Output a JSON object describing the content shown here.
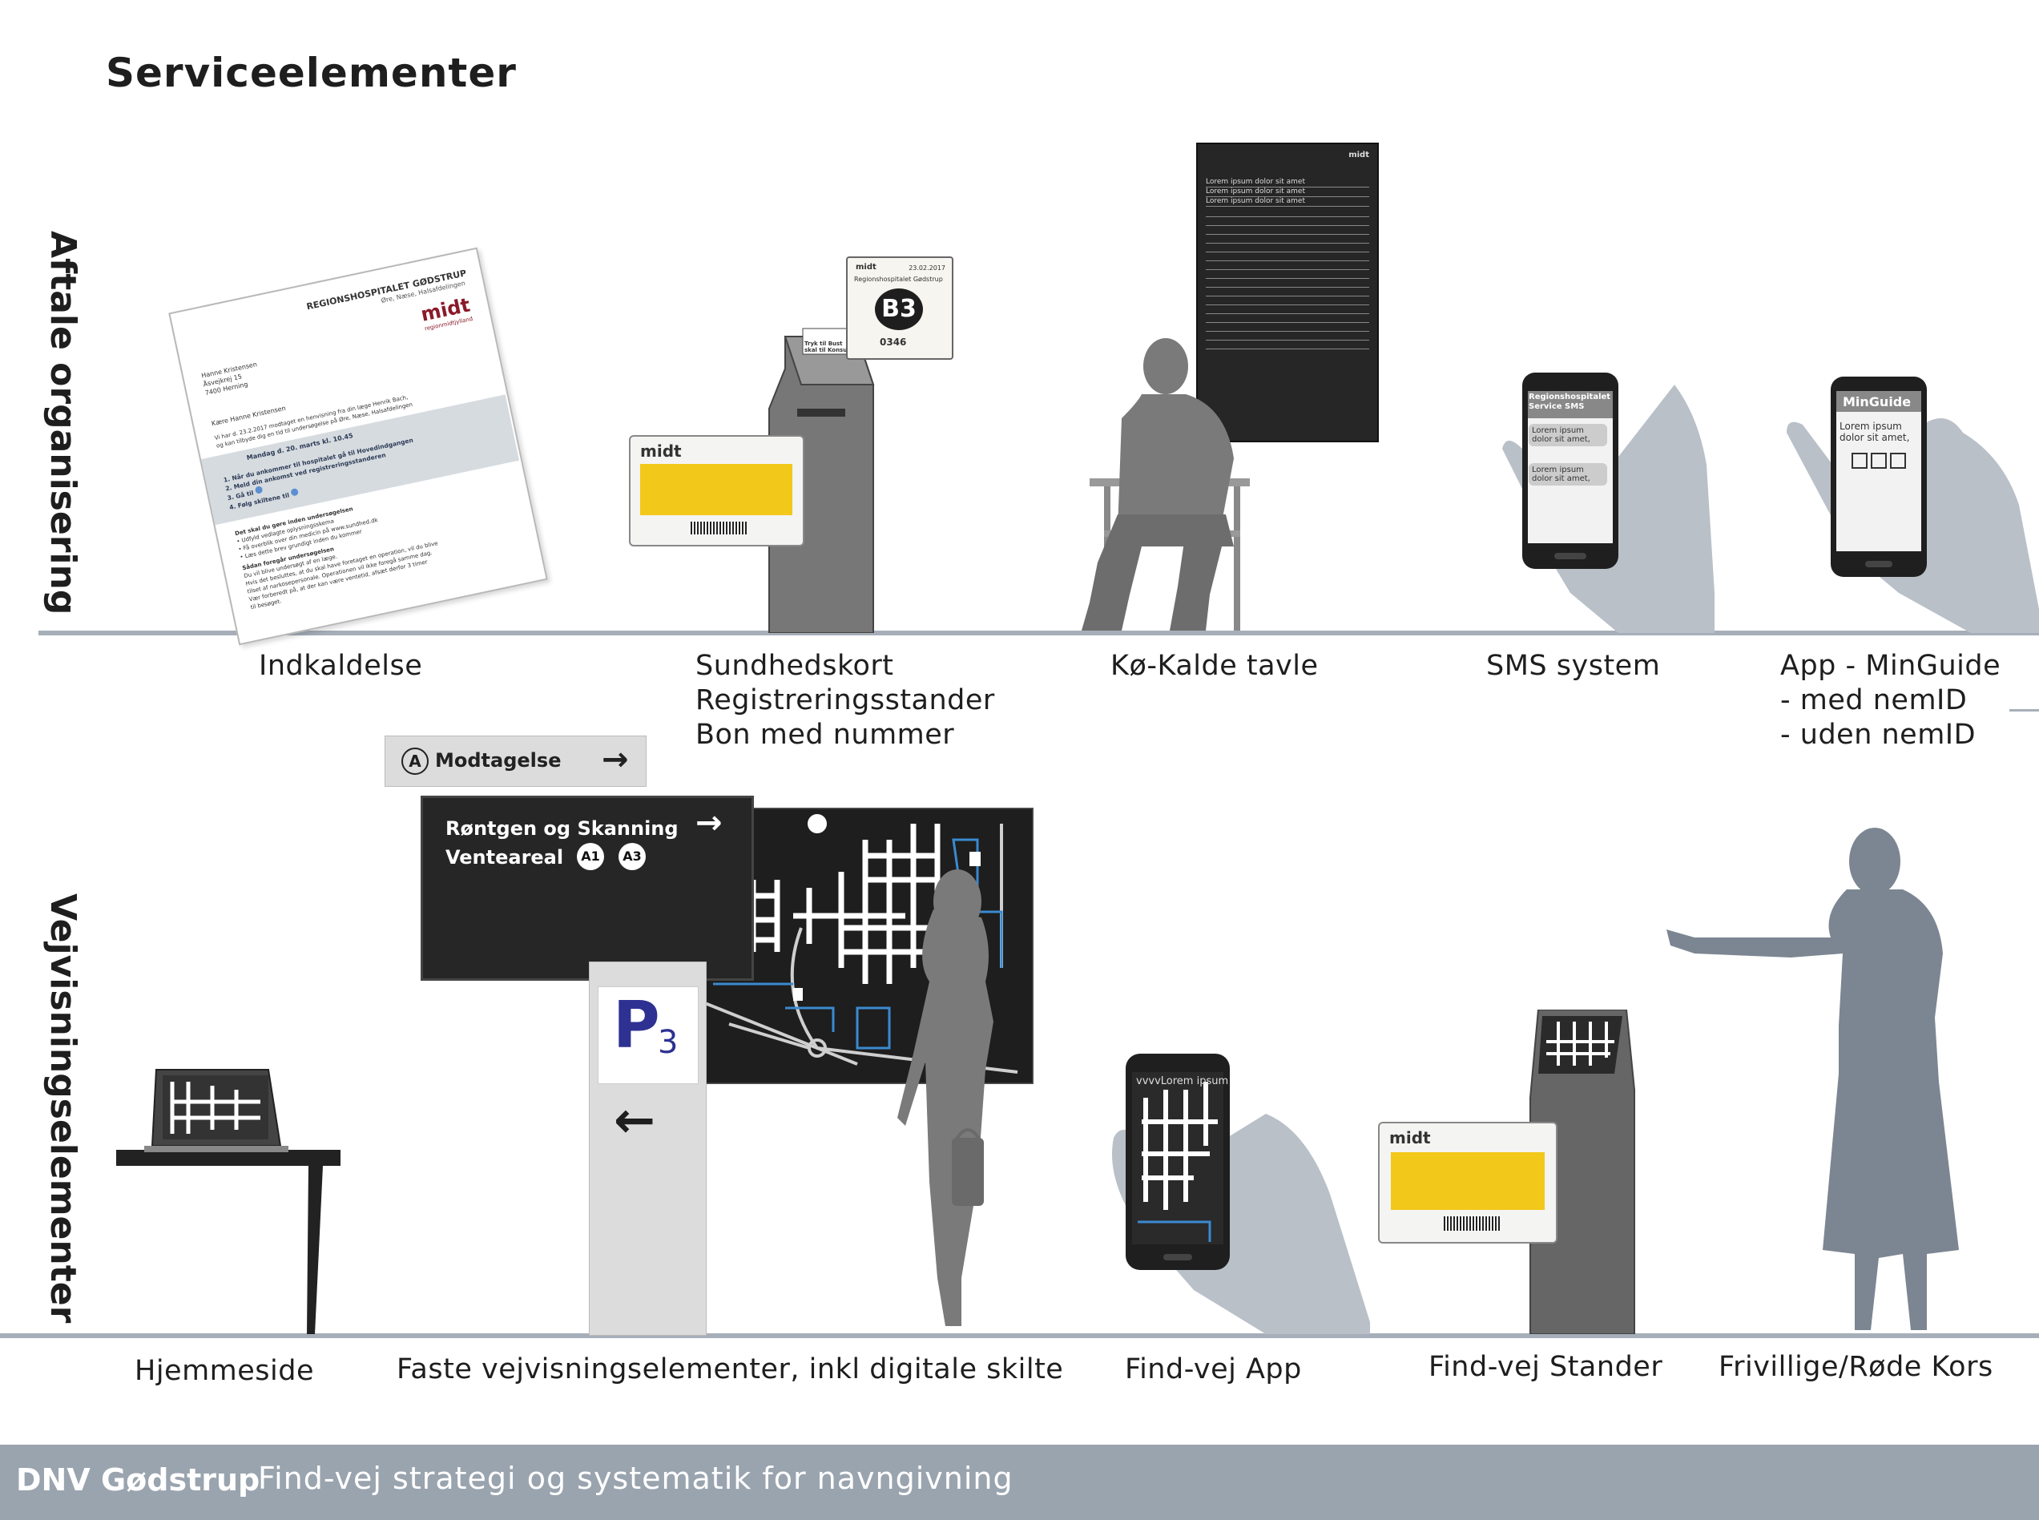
{
  "title": "Serviceelementer",
  "rows": [
    {
      "label": "Aftale organisering"
    },
    {
      "label": "Vejvisningselementer"
    }
  ],
  "top_items": [
    {
      "lines": [
        "Indkaldelse"
      ]
    },
    {
      "lines": [
        "Sundhedskort",
        "Registreringsstander",
        "Bon med nummer"
      ]
    },
    {
      "lines": [
        "Kø-Kalde tavle"
      ]
    },
    {
      "lines": [
        "SMS system"
      ]
    },
    {
      "lines": [
        "App - MinGuide",
        "- med nemID",
        "- uden nemID"
      ]
    }
  ],
  "bottom_items": [
    {
      "lines": [
        "Hjemmeside"
      ]
    },
    {
      "lines": [
        "Faste vejvisningselementer, inkl digitale skilte"
      ]
    },
    {
      "lines": [
        "Find-vej App"
      ]
    },
    {
      "lines": [
        "Find-vej Stander"
      ]
    },
    {
      "lines": [
        "Frivillige/Røde Kors"
      ]
    }
  ],
  "letter": {
    "hospital": "REGIONSHOSPITALET GØDSTRUP",
    "logo": "midt",
    "logo_sub": "regionmidtjylland",
    "dept": "Øre, Næse, Halsafdelingen",
    "address": [
      "Hanne Kristensen",
      "Åsvejkrej 15",
      "7400 Herning"
    ],
    "greeting": "Kære Hanne Kristensen",
    "intro": [
      "Vi har d. 23.2.2017 modtaget en henvisning fra din læge Henrik Bach,",
      "og kan tilbyde dig en tid til undersøgelse på Øre, Næse, Halsafdelingen"
    ],
    "date_line": "Mandag d. 20. marts kl. 10.45",
    "steps": [
      "1. Når du ankommer til hospitalet gå til Hovedindgangen",
      "2. Meld din ankomst ved registreringsstanderen",
      "3. Gå til",
      "4. Følg skiltene til"
    ],
    "body": [
      "Det skal du gøre inden undersøgelsen",
      "• Udfyld vedlagte oplysningsskema",
      "• Få overblik over din medicin på www.sundhed.dk",
      "• Læs dette brev grundigt inden du kommer",
      "Sådan foregår undersøgelsen",
      "Du vil blive undersøgt af en læge.",
      "Hvis det besluttes, at du skal have foretaget en operation, vil du blive",
      "tilset af narkosepersonale. Operationen vil ikke foregå samme dag.",
      "Vær forberedt på, at der kan være ventetid, afsæt derfor 3 timer",
      "til besøget."
    ]
  },
  "ticket": {
    "logo": "midt",
    "date": "23.02.2017",
    "hospital": "Regionshospitalet Gødstrup",
    "code": "B3",
    "number": "0346"
  },
  "kiosk_screen": [
    "Tryk til Bust",
    "skal til Konsulti"
  ],
  "card_logo": "midt",
  "board": {
    "logo": "midt",
    "lines": [
      "Lorem ipsum dolor sit amet",
      "Lorem ipsum dolor sit amet",
      "Lorem ipsum dolor sit amet"
    ]
  },
  "sms_phone": {
    "header": [
      "Regionshospitalet",
      "Service SMS"
    ],
    "bubbles": [
      [
        "Lorem ipsum",
        "dolor sit amet,"
      ],
      [
        "Lorem ipsum",
        "dolor sit amet,"
      ]
    ]
  },
  "app_phone": {
    "header": "MinGuide",
    "text": [
      "Lorem ipsum",
      "dolor sit amet,"
    ]
  },
  "sign_small": {
    "letter": "A",
    "text": "Modtagelse",
    "arrow": "→"
  },
  "sign_big": {
    "line1": "Røntgen og Skanning",
    "line2": "Venteareal",
    "badges": [
      "A1",
      "A3"
    ],
    "arrow": "→"
  },
  "parking_pillar": {
    "letter": "P",
    "number": "3",
    "arrow": "←"
  },
  "findvej_phone": {
    "header": "vvvvLorem ipsum"
  },
  "footer": {
    "brand": "DNV Gødstrup",
    "subtitle": "Find-vej strategi og systematik for navngivning"
  },
  "colors": {
    "divider": "#a6afb9",
    "footer": "#9aa4af",
    "yellow": "#f2c81a",
    "dark_board": "#262626",
    "figure_gray": "#7a7a7a",
    "hand_blue_gray": "#b9c0c8",
    "logo_red": "#8a1a2a",
    "parking_blue": "#2e3192"
  }
}
